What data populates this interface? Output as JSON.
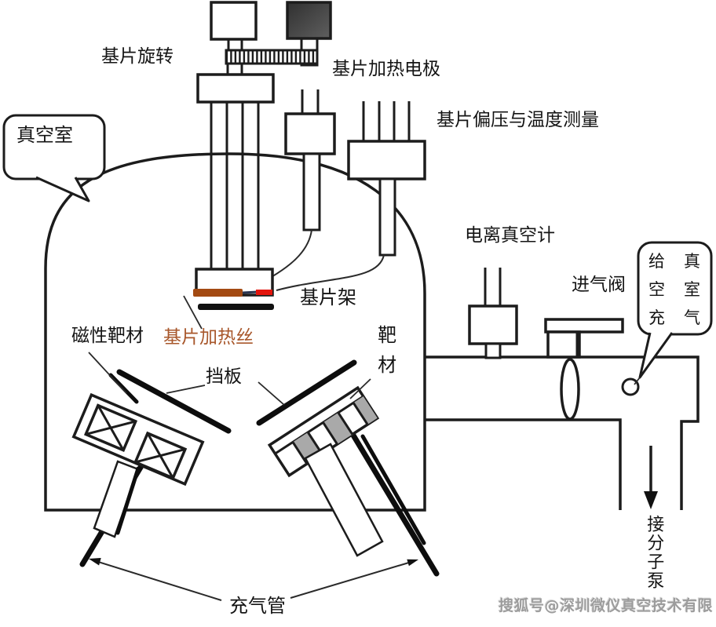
{
  "labels": {
    "substrate_rotation": "基片旋转",
    "substrate_heating_electrode": "基片加热电极",
    "substrate_bias_and_temperature": "基片偏压与温度测量",
    "vacuum_chamber": "真空室",
    "ionization_gauge": "电离真空计",
    "gas_inlet_valve": "进气阀",
    "inflate_bubble_lines": [
      "给真",
      "空室",
      "充气"
    ],
    "substrate_holder": "基片架",
    "magnetic_target": "磁性靶材",
    "substrate_heating_wire": "基片加热丝",
    "shutter": "挡板",
    "target_material": "靶材",
    "gas_filling_tube": "充气管",
    "to_molecular_pump": "接分子泵"
  },
  "watermark": "搜狐号@深圳微仪真空技术有限",
  "colors": {
    "line": "#1c1c1c",
    "heating_wire_bar": "#a34a12",
    "heating_wire_label": "#a8572b",
    "red_segment": "#e3150d",
    "blue_segment": "#2a3550",
    "dark_box": "#303030",
    "dark_box_light": "#5f5f5f",
    "gray_stripe": "#a9a9a9",
    "watermark_text": "#9c9c9c",
    "background": "#ffffff"
  }
}
